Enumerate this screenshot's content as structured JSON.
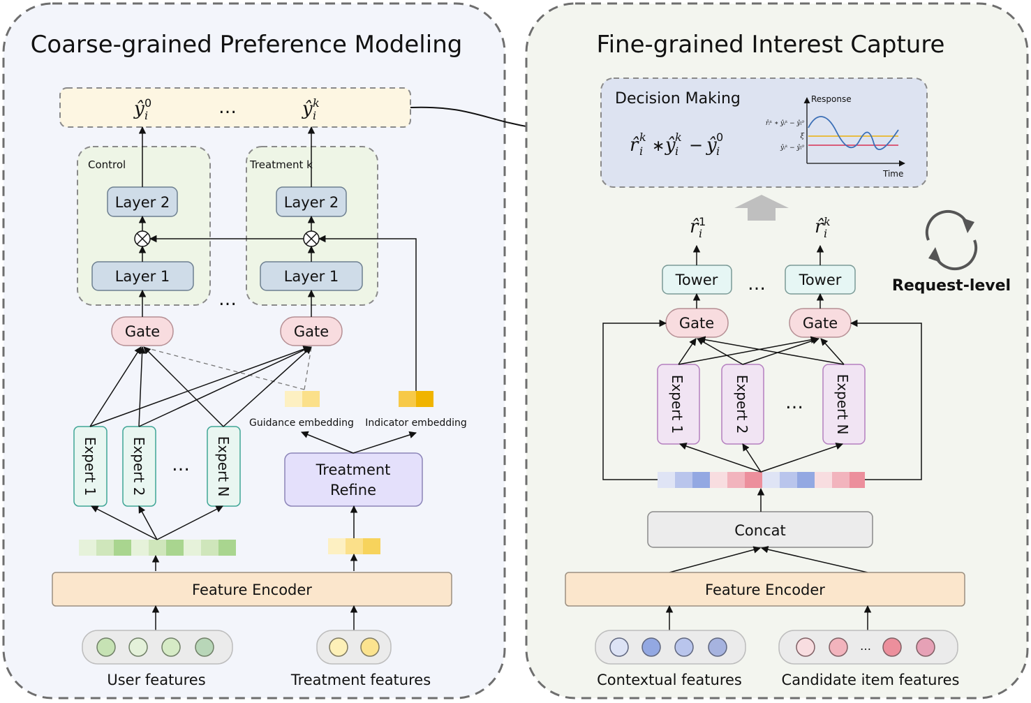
{
  "left": {
    "title": "Coarse-grained Preference Modeling",
    "outputs": {
      "y0": "ŷ",
      "y0_sub": "i",
      "y0_sup": "0",
      "yk": "ŷ",
      "yk_sub": "i",
      "yk_sup": "k",
      "dots": "…"
    },
    "control_label": "Control",
    "treatment_label": "Treatment k",
    "layer2": "Layer 2",
    "layer1": "Layer 1",
    "gate": "Gate",
    "tower_dots": "…",
    "experts": [
      "Expert 1",
      "Expert 2",
      "Expert N"
    ],
    "expert_dots": "…",
    "guidance_embedding": "Guidance embedding",
    "indicator_embedding": "Indicator embedding",
    "treatment_refine": [
      "Treatment",
      "Refine"
    ],
    "feature_encoder": "Feature Encoder",
    "user_features": "User features",
    "treatment_features": "Treatment features",
    "colors": {
      "panel": "#f3f5fb",
      "control_box": "#eef5e6",
      "output_bar": "#fdf6e2",
      "layer": "#cfdce8",
      "gate": "#f8dcdf",
      "expert": "#e9f6f1",
      "expert_border": "#3fa596",
      "refine": "#e4e0fb",
      "encoder": "#fbe6cc"
    }
  },
  "right": {
    "title": "Fine-grained Interest Capture",
    "decision_making": "Decision Making",
    "formula": {
      "r": "r̂",
      "r_sup": "k",
      "r_sub": "i",
      "star": "∗",
      "y": "ŷ",
      "y_sup": "k",
      "y_sub": "i",
      "minus": "−",
      "y2": "ŷ",
      "y2_sup": "0",
      "y2_sub": "i"
    },
    "mini_chart": {
      "y_axis_label": "Response",
      "x_axis_label": "Time",
      "labels": [
        "r̂ᵢᵏ ∗ ŷᵢᵏ − ŷᵢ⁰",
        "ξ",
        "ŷᵢᵏ − ŷᵢ⁰"
      ],
      "colors": {
        "curve": "#3b6fb6",
        "threshold": "#e8b72a",
        "baseline": "#d84a6a"
      }
    },
    "r1": "r̂",
    "r1_sup": "1",
    "r1_sub": "i",
    "rk": "r̂",
    "rk_sup": "k",
    "rk_sub": "i",
    "tower": "Tower",
    "tower_dots": "…",
    "request_level": "Request-level",
    "gate": "Gate",
    "experts": [
      "Expert 1",
      "Expert 2",
      "Expert N"
    ],
    "expert_dots": "…",
    "concat": "Concat",
    "feature_encoder": "Feature Encoder",
    "contextual_features": "Contextual features",
    "candidate_item_features": "Candidate item features",
    "candidate_dots": "…",
    "colors": {
      "panel": "#f3f5ef",
      "decision_box": "#dde3f1",
      "tower": "#e6f6f4",
      "gate": "#f8dcdf",
      "expert": "#f1e4f3",
      "expert_border": "#b47fbf",
      "concat": "#ececec",
      "encoder": "#fbe6cc"
    }
  }
}
